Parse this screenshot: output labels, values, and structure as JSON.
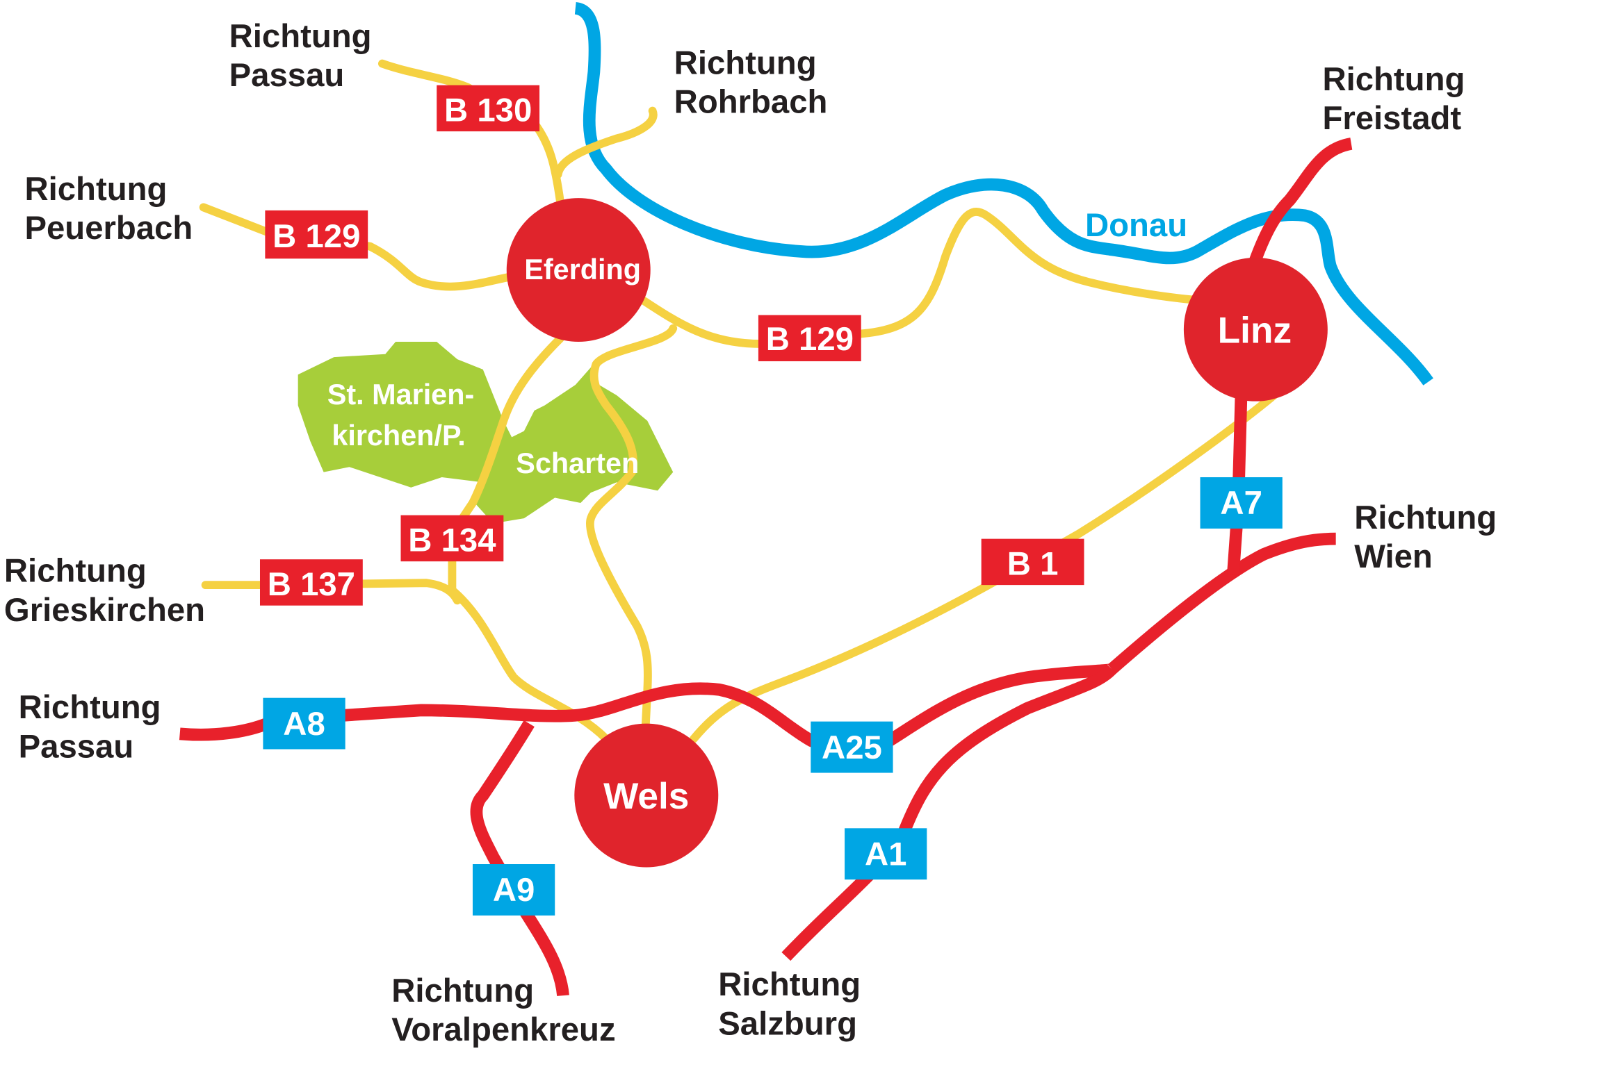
{
  "colors": {
    "road_red": "#e8212b",
    "road_yellow": "#f5d142",
    "river": "#00a6e4",
    "town_area": "#a7ce3a",
    "city": "#e0242c"
  },
  "cities": {
    "eferding": "Eferding",
    "linz": "Linz",
    "wels": "Wels"
  },
  "areas": {
    "marien_1": "St. Marien-",
    "marien_2": "kirchen/P.",
    "scharten": "Scharten"
  },
  "river": "Donau",
  "roads": {
    "b130": "B 130",
    "b129_west": "B 129",
    "b129_east": "B 129",
    "b134": "B 134",
    "b137": "B 137",
    "b1": "B 1",
    "a8": "A8",
    "a25": "A25",
    "a9": "A9",
    "a1": "A1",
    "a7": "A7"
  },
  "directions": {
    "passau_north": [
      "Richtung",
      "Passau"
    ],
    "rohrbach": [
      "Richtung",
      "Rohrbach"
    ],
    "freistadt": [
      "Richtung",
      "Freistadt"
    ],
    "peuerbach": [
      "Richtung",
      "Peuerbach"
    ],
    "grieskirchen": [
      "Richtung",
      "Grieskirchen"
    ],
    "wien": [
      "Richtung",
      "Wien"
    ],
    "passau_west": [
      "Richtung",
      "Passau"
    ],
    "voralpenkreuz": [
      "Richtung",
      "Voralpenkreuz"
    ],
    "salzburg": [
      "Richtung",
      "Salzburg"
    ]
  }
}
